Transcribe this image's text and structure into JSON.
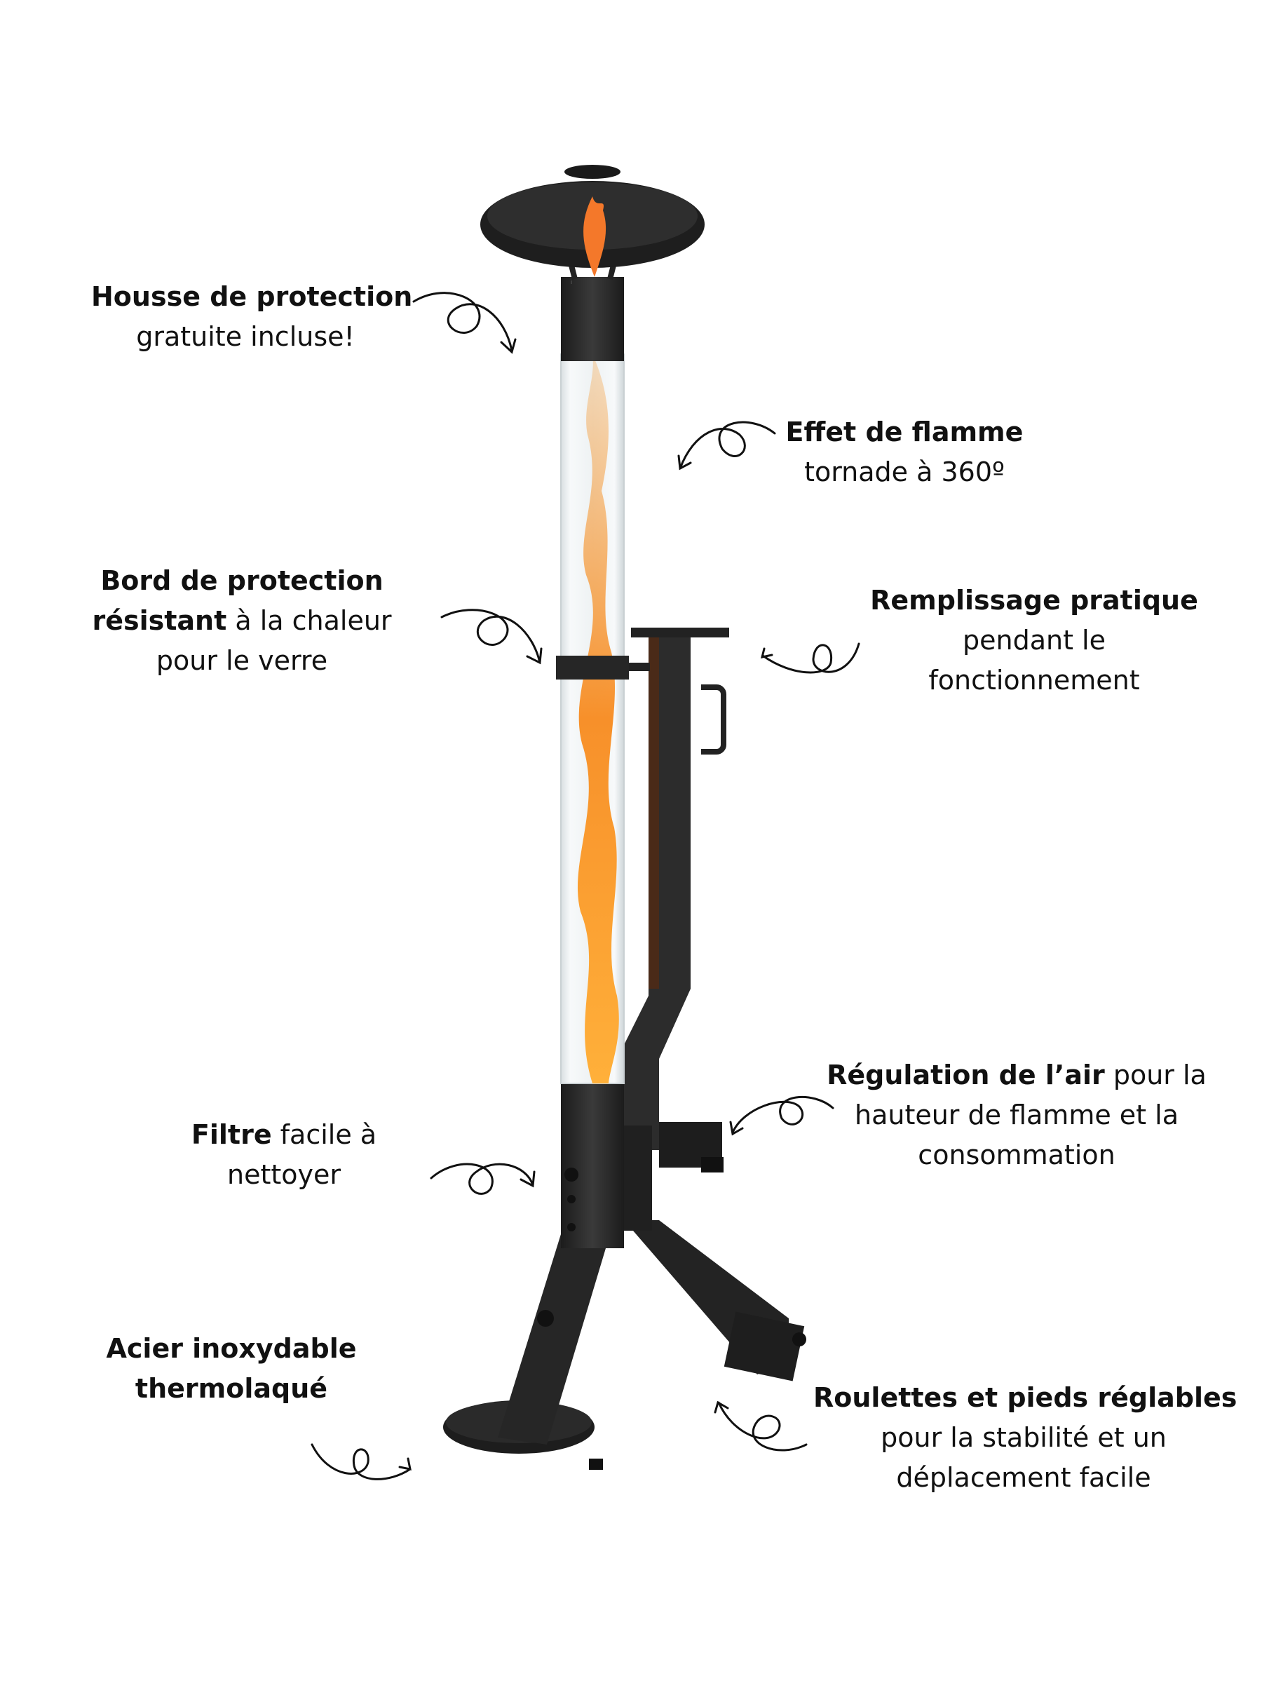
{
  "colors": {
    "text": "#111111",
    "metal": "#2b2b2b",
    "metal_dark": "#1a1a1a",
    "flame": "#f59a2a",
    "glass": "#e9eef0",
    "rust": "#5a3420"
  },
  "icons": [
    "curly-arrow-icon"
  ],
  "annotations": {
    "housse": {
      "bold": "Housse de protection",
      "line2": "gratuite incluse!"
    },
    "effet": {
      "bold": "Effet de flamme",
      "line2": "tornade à 360º"
    },
    "bord": {
      "bold1": "Bord de protection",
      "bold2": "résistant",
      "rest2": " à la chaleur",
      "line3": "pour le verre"
    },
    "remplissage": {
      "bold": "Remplissage pratique",
      "line2": "pendant le",
      "line3": "fonctionnement"
    },
    "regulation": {
      "bold": "Régulation de l’air",
      "rest1": " pour la",
      "line2": "hauteur de flamme et la",
      "line3": "consommation"
    },
    "filtre": {
      "bold": "Filtre",
      "rest1": " facile à",
      "line2": "nettoyer"
    },
    "acier": {
      "bold1": "Acier inoxydable",
      "bold2": "thermolaqué"
    },
    "roulettes": {
      "bold": "Roulettes et pieds réglables",
      "line2": "pour la stabilité et un",
      "line3": "déplacement facile"
    }
  }
}
